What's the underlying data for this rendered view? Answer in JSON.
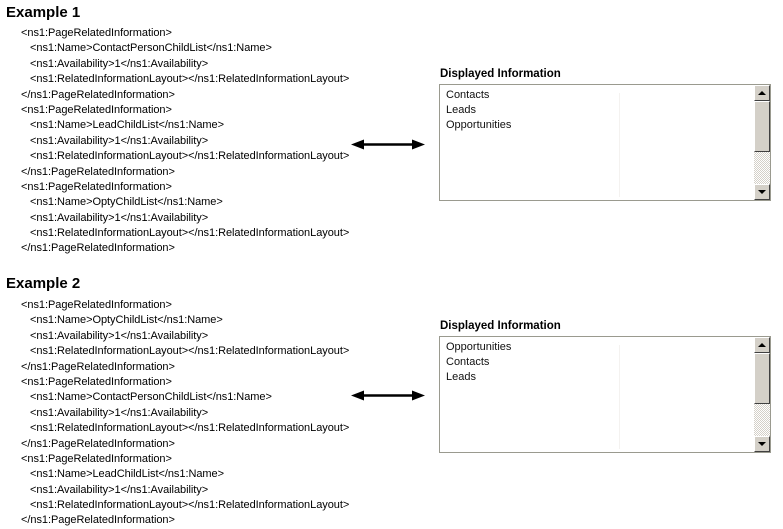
{
  "examples": [
    {
      "heading": "Example 1",
      "xml_lines": [
        {
          "indent": 0,
          "text": "<ns1:PageRelatedInformation>"
        },
        {
          "indent": 1,
          "text": "<ns1:Name>ContactPersonChildList</ns1:Name>"
        },
        {
          "indent": 1,
          "text": "<ns1:Availability>1</ns1:Availability>"
        },
        {
          "indent": 1,
          "text": "<ns1:RelatedInformationLayout></ns1:RelatedInformationLayout>"
        },
        {
          "indent": 0,
          "text": "</ns1:PageRelatedInformation>"
        },
        {
          "indent": 0,
          "text": "<ns1:PageRelatedInformation>"
        },
        {
          "indent": 1,
          "text": "<ns1:Name>LeadChildList</ns1:Name>"
        },
        {
          "indent": 1,
          "text": "<ns1:Availability>1</ns1:Availability>"
        },
        {
          "indent": 1,
          "text": "<ns1:RelatedInformationLayout></ns1:RelatedInformationLayout>"
        },
        {
          "indent": 0,
          "text": "</ns1:PageRelatedInformation>"
        },
        {
          "indent": 0,
          "text": "<ns1:PageRelatedInformation>"
        },
        {
          "indent": 1,
          "text": "<ns1:Name>OptyChildList</ns1:Name>"
        },
        {
          "indent": 1,
          "text": "<ns1:Availability>1</ns1:Availability>"
        },
        {
          "indent": 1,
          "text": "<ns1:RelatedInformationLayout></ns1:RelatedInformationLayout>"
        },
        {
          "indent": 0,
          "text": "</ns1:PageRelatedInformation>"
        }
      ],
      "panel": {
        "title": "Displayed Information",
        "items": [
          "Contacts",
          "Leads",
          "Opportunities"
        ]
      }
    },
    {
      "heading": "Example 2",
      "xml_lines": [
        {
          "indent": 0,
          "text": "<ns1:PageRelatedInformation>"
        },
        {
          "indent": 1,
          "text": "<ns1:Name>OptyChildList</ns1:Name>"
        },
        {
          "indent": 1,
          "text": "<ns1:Availability>1</ns1:Availability>"
        },
        {
          "indent": 1,
          "text": "<ns1:RelatedInformationLayout></ns1:RelatedInformationLayout>"
        },
        {
          "indent": 0,
          "text": "</ns1:PageRelatedInformation>"
        },
        {
          "indent": 0,
          "text": "<ns1:PageRelatedInformation>"
        },
        {
          "indent": 1,
          "text": "<ns1:Name>ContactPersonChildList</ns1:Name>"
        },
        {
          "indent": 1,
          "text": "<ns1:Availability>1</ns1:Availability>"
        },
        {
          "indent": 1,
          "text": "<ns1:RelatedInformationLayout></ns1:RelatedInformationLayout>"
        },
        {
          "indent": 0,
          "text": "</ns1:PageRelatedInformation>"
        },
        {
          "indent": 0,
          "text": "<ns1:PageRelatedInformation>"
        },
        {
          "indent": 1,
          "text": "<ns1:Name>LeadChildList</ns1:Name>"
        },
        {
          "indent": 1,
          "text": "<ns1:Availability>1</ns1:Availability>"
        },
        {
          "indent": 1,
          "text": "<ns1:RelatedInformationLayout></ns1:RelatedInformationLayout>"
        },
        {
          "indent": 0,
          "text": "</ns1:PageRelatedInformation>"
        }
      ],
      "panel": {
        "title": "Displayed Information",
        "items": [
          "Opportunities",
          "Contacts",
          "Leads"
        ]
      }
    }
  ],
  "icons": {
    "arrow": "double-headed-horizontal-arrow",
    "scroll_up": "scroll-up-arrow-icon",
    "scroll_down": "scroll-down-arrow-icon"
  },
  "colors": {
    "page_background": "#ffffff",
    "text": "#000000",
    "listbox_border": "#9a9a8f",
    "scrollbar_face": "#d4d0c8",
    "scrollbar_shadow": "#404040",
    "scrollbar_highlight": "#ffffff"
  }
}
